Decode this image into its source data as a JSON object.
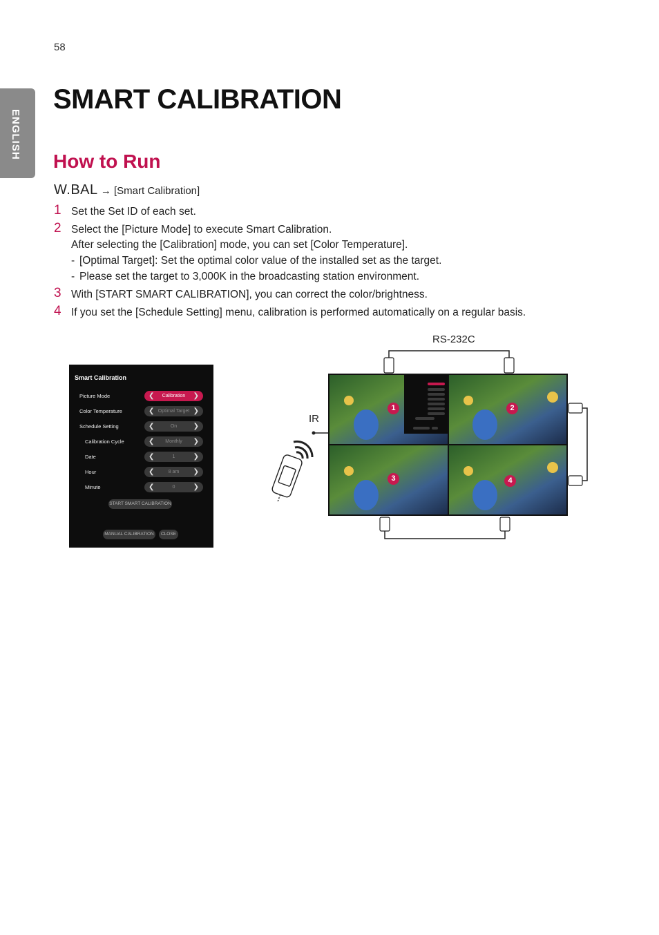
{
  "page_number": "58",
  "side_tab": "ENGLISH",
  "title": "SMART CALIBRATION",
  "subtitle": "How to Run",
  "path": {
    "button": "W.BAL",
    "arrow": "→",
    "menu": "[Smart Calibration]"
  },
  "steps": [
    {
      "num": "1",
      "text": "Set the Set ID of each set."
    },
    {
      "num": "2",
      "text": "Select the [Picture Mode] to execute Smart Calibration.",
      "line2": "After selecting the [Calibration] mode, you can set [Color Temperature].",
      "notes": [
        "[Optimal Target]: Set the optimal color value of the installed set as the target.",
        "Please set the target to 3,000K in the broadcasting station environment."
      ]
    },
    {
      "num": "3",
      "text": "With [START SMART CALIBRATION], you can correct the color/brightness."
    },
    {
      "num": "4",
      "text": "If you set the [Schedule Setting] menu, calibration is performed automatically on a regular basis."
    }
  ],
  "note_dash": "-",
  "menu": {
    "title": "Smart Calibration",
    "rows": [
      {
        "label": "Picture Mode",
        "value": "Calibration"
      },
      {
        "label": "Color Temperature",
        "value": "Optimal Target"
      },
      {
        "label": "Schedule Setting",
        "value": "On"
      },
      {
        "label": "Calibration Cycle",
        "value": "Monthly"
      },
      {
        "label": "Date",
        "value": "1"
      },
      {
        "label": "Hour",
        "value": "8 am"
      },
      {
        "label": "Minute",
        "value": "0"
      }
    ],
    "start_button": "START SMART CALIBRATION",
    "manual_button": "MANUAL CALIBRATION",
    "close_button": "CLOSE",
    "arrow_left": "❮",
    "arrow_right": "❯"
  },
  "diagram": {
    "rs232c_label": "RS-232C",
    "ir_label": "IR",
    "badges": [
      "1",
      "2",
      "3",
      "4"
    ]
  },
  "colors": {
    "accent": "#c0114f",
    "tab_gray": "#8a8a8a",
    "menu_bg": "#0d0d0d"
  }
}
